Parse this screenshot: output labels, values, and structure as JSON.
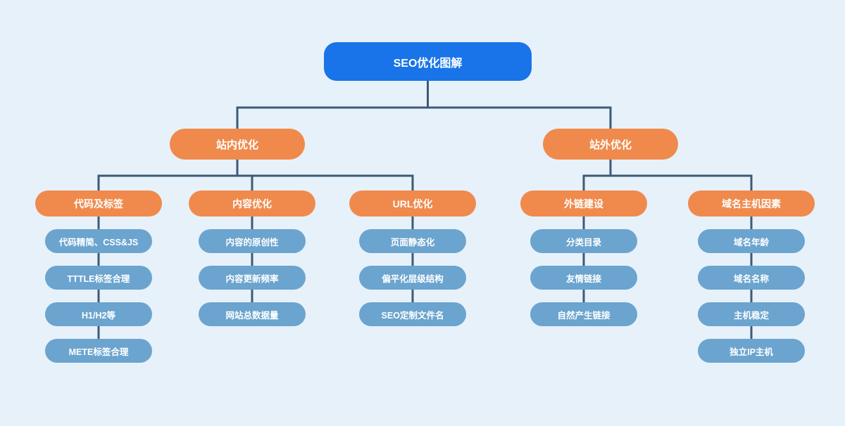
{
  "diagram": {
    "title": "SEO优化图解",
    "colors": {
      "background": "#E7F1FA",
      "root_fill": "#1874E8",
      "branch_fill": "#F08A4C",
      "leaf_fill": "#6BA4CE",
      "line": "#3D5A75",
      "text": "#FFFFFF"
    },
    "root": {
      "label": "SEO优化图解"
    },
    "branches": [
      {
        "label": "站内优化",
        "children": [
          {
            "label": "代码及标签",
            "items": [
              "代码精简、CSS&JS",
              "TTTLE标签合理",
              "H1/H2等",
              "METE标签合理"
            ]
          },
          {
            "label": "内容优化",
            "items": [
              "内容的原创性",
              "内容更新频率",
              "网站总数据量"
            ]
          },
          {
            "label": "URL优化",
            "items": [
              "页面静态化",
              "偏平化层级结构",
              "SEO定制文件名"
            ]
          }
        ]
      },
      {
        "label": "站外优化",
        "children": [
          {
            "label": "外链建设",
            "items": [
              "分类目录",
              "友情链接",
              "自然产生链接"
            ]
          },
          {
            "label": "域名主机因素",
            "items": [
              "域名年龄",
              "域名名称",
              "主机稳定",
              "独立IP主机"
            ]
          }
        ]
      }
    ]
  }
}
